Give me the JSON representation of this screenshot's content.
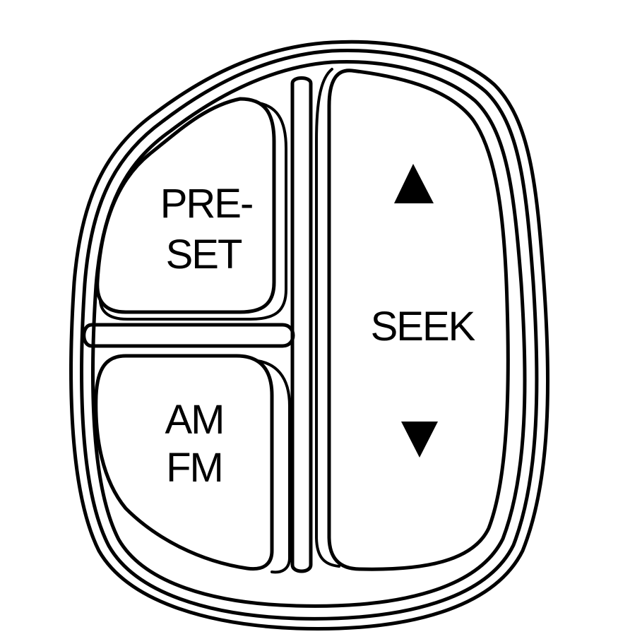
{
  "controls": {
    "preset_button": {
      "line1": "PRE-",
      "line2": "SET"
    },
    "amfm_button": {
      "line1": "AM",
      "line2": "FM"
    },
    "seek_button": {
      "label": "SEEK",
      "up_icon": "triangle-up-icon",
      "down_icon": "triangle-down-icon"
    }
  },
  "colors": {
    "stroke": "#000000",
    "fill": "#ffffff"
  }
}
